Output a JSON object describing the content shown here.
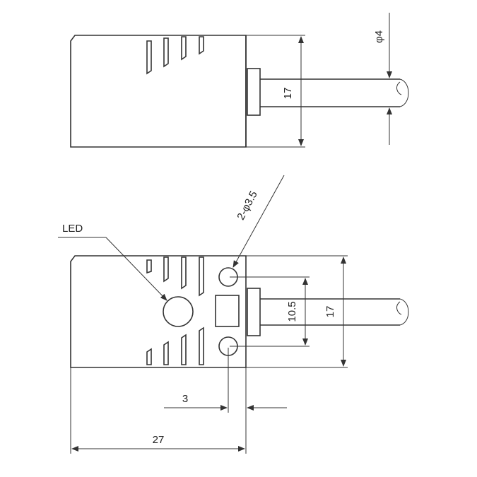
{
  "drawing": {
    "labels": {
      "cable_diameter": "φ4",
      "side_height": "17",
      "hole_spec": "2-φ3.5",
      "led": "LED",
      "hole_spacing": "10.5",
      "front_height": "17",
      "offset": "3",
      "width": "27"
    },
    "colors": {
      "line": "#333333",
      "background": "#ffffff"
    }
  }
}
